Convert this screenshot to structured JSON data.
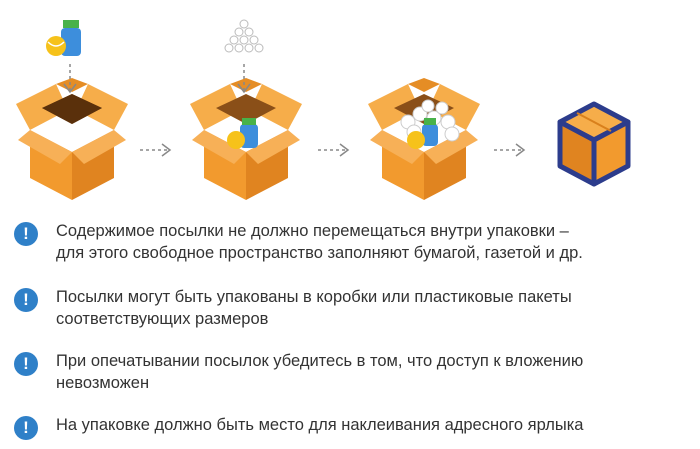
{
  "notes": [
    {
      "icon": "!",
      "line1": "Содержимое посылки не должно перемещаться внутри упаковки –",
      "line2": "для этого свободное пространство заполняют бумагой, газетой и др."
    },
    {
      "icon": "!",
      "line1": "Посылки могут быть упакованы в коробки или пластиковые пакеты",
      "line2": "соответствующих размеров"
    },
    {
      "icon": "!",
      "line1": "При опечатывании посылок убедитесь в том, что доступ к вложению",
      "line2": "невозможен"
    },
    {
      "icon": "!",
      "line1": "На упаковке должно быть место для наклеивания адресного ярлыка",
      "line2": ""
    }
  ],
  "colors": {
    "box_orange": "#f29a2e",
    "box_dark": "#d9801c",
    "box_inner": "#6b3c12",
    "closed_box_border": "#2c3c8c",
    "note_icon": "#2f80c8",
    "text": "#333333"
  },
  "icons": [
    "bottle-and-ball-icon",
    "filler-balls-icon",
    "down-arrow-icon",
    "right-arrow-icon",
    "info-icon"
  ]
}
